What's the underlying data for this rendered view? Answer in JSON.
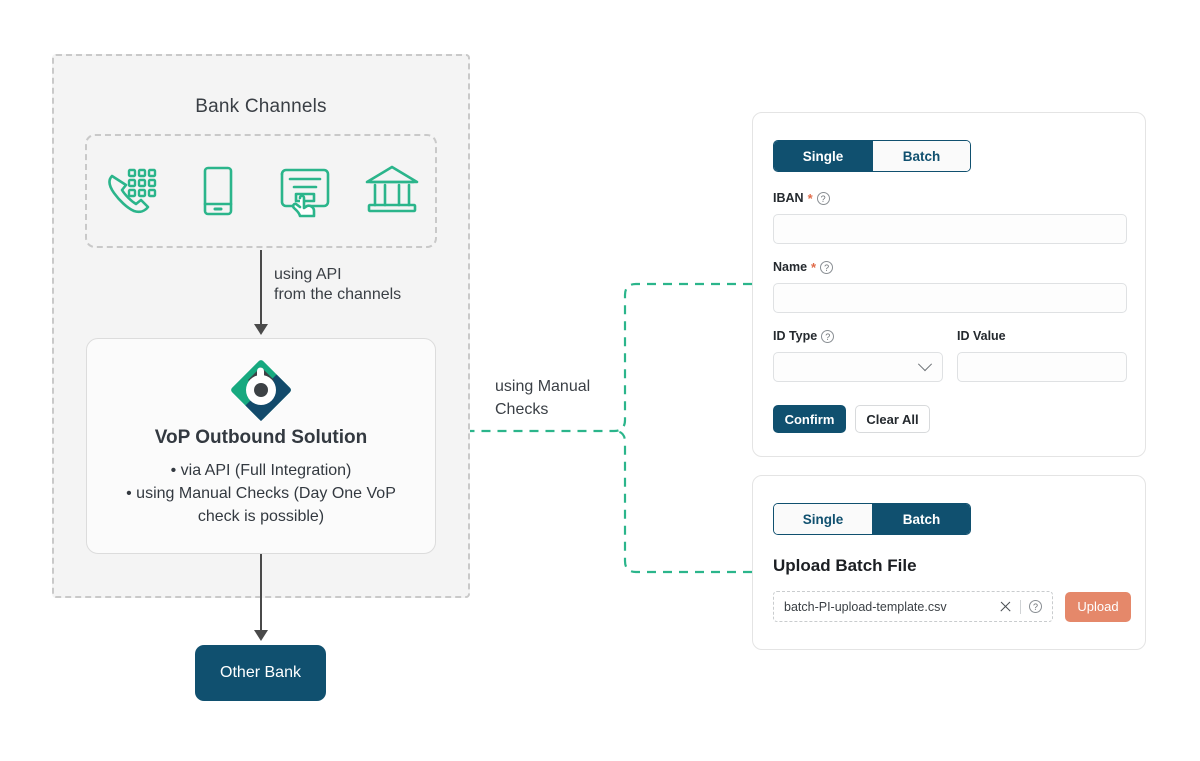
{
  "left_zone": {
    "title": "Bank Channels",
    "channels": [
      {
        "name": "phone-keypad-icon",
        "label": "Phone / Call Center"
      },
      {
        "name": "mobile-phone-icon",
        "label": "Mobile Banking"
      },
      {
        "name": "online-banking-click-icon",
        "label": "Online Banking"
      },
      {
        "name": "bank-building-icon",
        "label": "Branch"
      }
    ],
    "api_arrow_label": "using API\nfrom the channels",
    "vop_card": {
      "logo_name": "vop-brand-logo",
      "title": "VoP Outbound Solution",
      "bullets": [
        "•  via API (Full Integration)",
        "•  using Manual Checks (Day One VoP\ncheck is possible)"
      ]
    },
    "other_bank_label": "Other Bank"
  },
  "manual_checks_label": "using Manual\nChecks",
  "single_panel": {
    "tabs": [
      {
        "label": "Single",
        "active": true
      },
      {
        "label": "Batch",
        "active": false
      }
    ],
    "fields": {
      "iban": {
        "label": "IBAN",
        "required": true,
        "has_help": true,
        "value": "",
        "placeholder": ""
      },
      "name": {
        "label": "Name",
        "required": true,
        "has_help": true,
        "value": "",
        "placeholder": ""
      },
      "id_type": {
        "label": "ID Type",
        "required": false,
        "has_help": true,
        "value": "",
        "placeholder": ""
      },
      "id_value": {
        "label": "ID Value",
        "required": false,
        "has_help": false,
        "value": "",
        "placeholder": ""
      }
    },
    "buttons": {
      "confirm": "Confirm",
      "clear_all": "Clear All"
    }
  },
  "batch_panel": {
    "tabs": [
      {
        "label": "Single",
        "active": false
      },
      {
        "label": "Batch",
        "active": true
      }
    ],
    "heading": "Upload Batch File",
    "file_name": "batch-PI-upload-template.csv",
    "upload_button": "Upload"
  },
  "icons": {
    "help": "?",
    "chevron_down": "chevron-down-icon",
    "clear": "close-icon"
  },
  "colors": {
    "teal": "#2bb58b",
    "navy": "#10506f",
    "coral": "#e5886a",
    "required_star": "#e06a48",
    "zone_bg": "#f4f4f4",
    "dash_gray": "#c9c9c9",
    "arrow_gray": "#4a4a4a"
  }
}
